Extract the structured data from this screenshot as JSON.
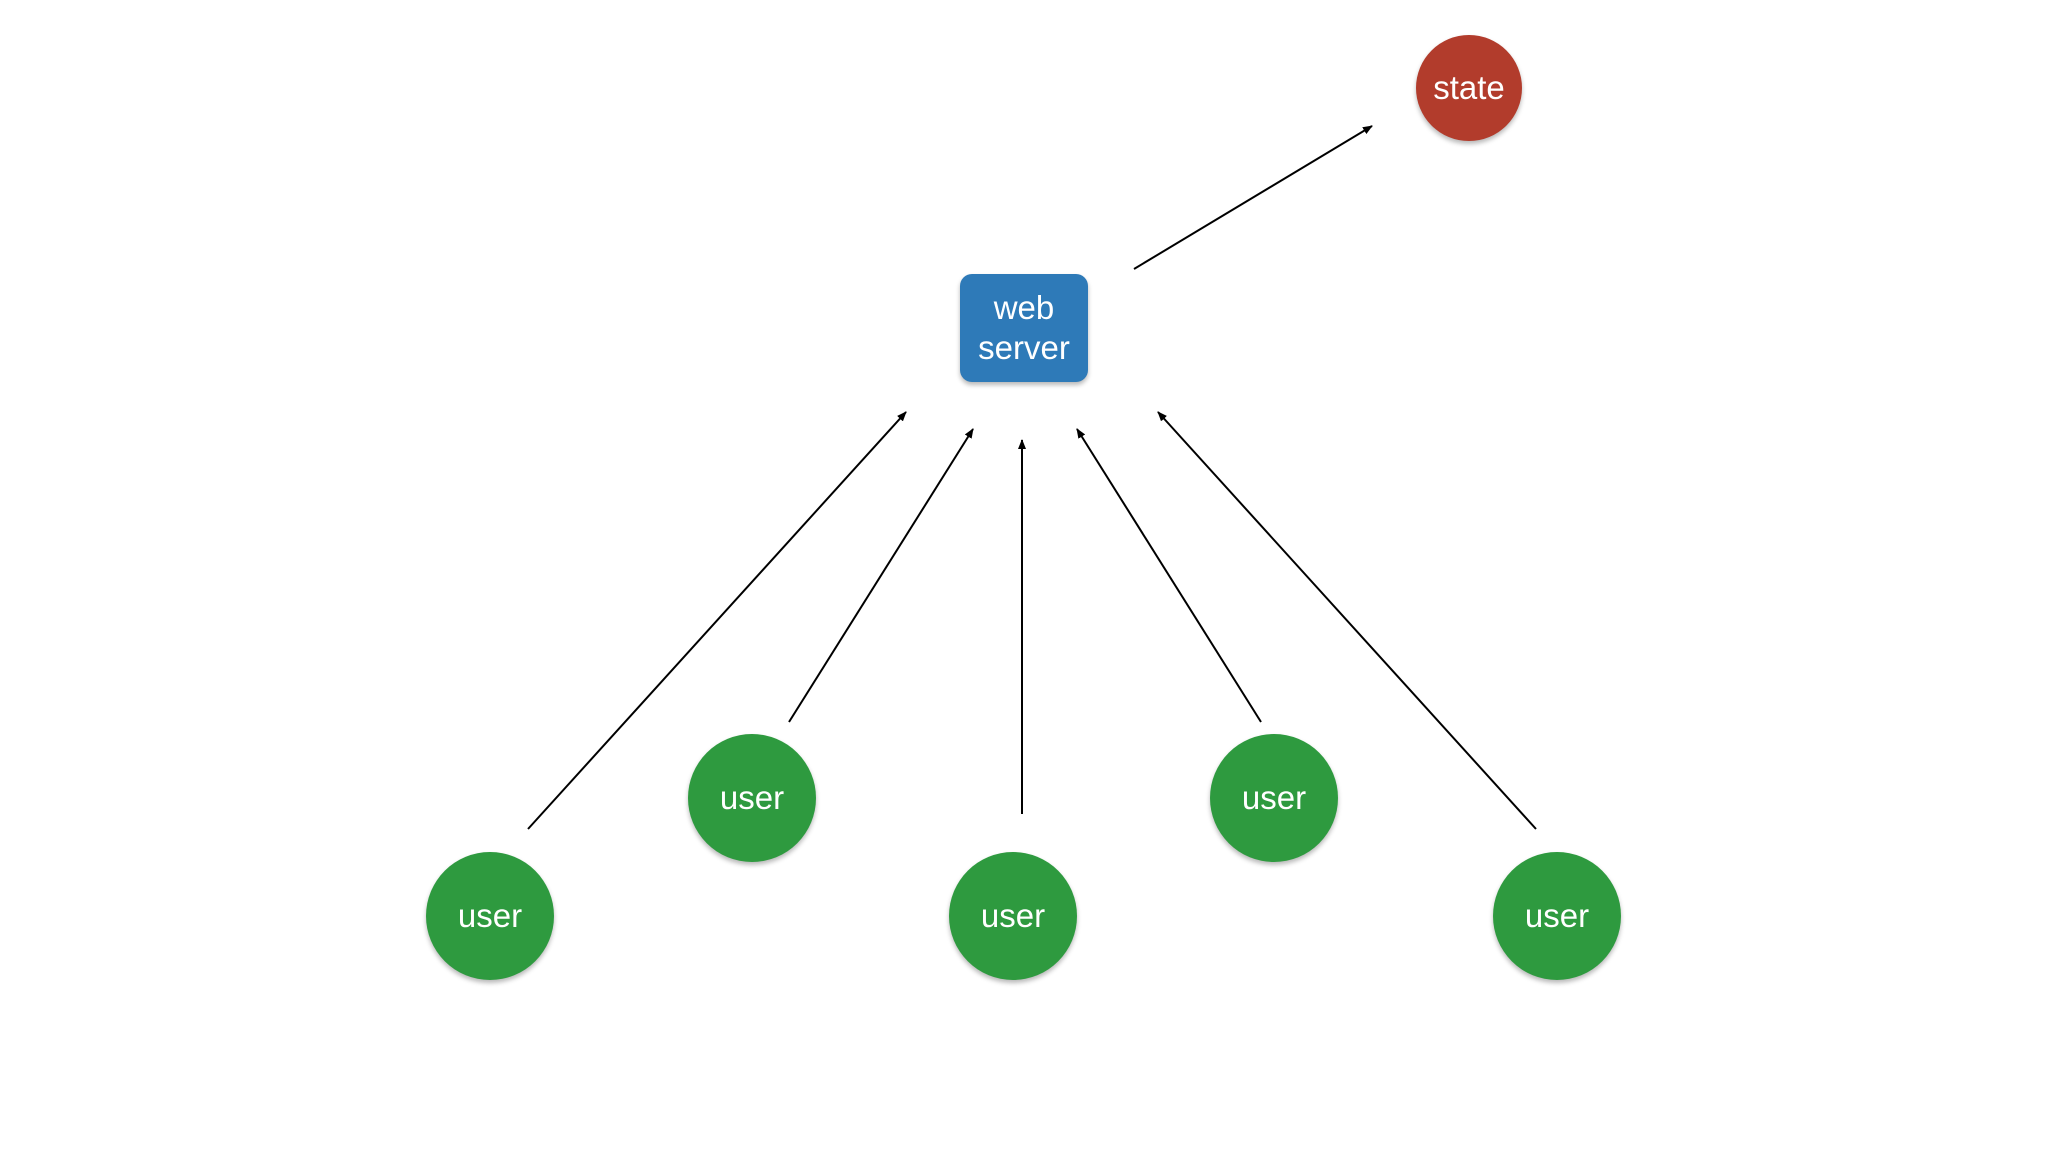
{
  "diagram": {
    "server": {
      "label": "web\nserver",
      "color": "#2e7ab8"
    },
    "state": {
      "label": "state",
      "color": "#b23c2c"
    },
    "users": [
      {
        "label": "user"
      },
      {
        "label": "user"
      },
      {
        "label": "user"
      },
      {
        "label": "user"
      },
      {
        "label": "user"
      }
    ],
    "user_color": "#2e9a3f",
    "edges": [
      {
        "from": "user 1",
        "to": "web server"
      },
      {
        "from": "user 2",
        "to": "web server"
      },
      {
        "from": "user 3",
        "to": "web server"
      },
      {
        "from": "user 4",
        "to": "web server"
      },
      {
        "from": "user 5",
        "to": "web server"
      },
      {
        "from": "web server",
        "to": "state"
      }
    ]
  }
}
